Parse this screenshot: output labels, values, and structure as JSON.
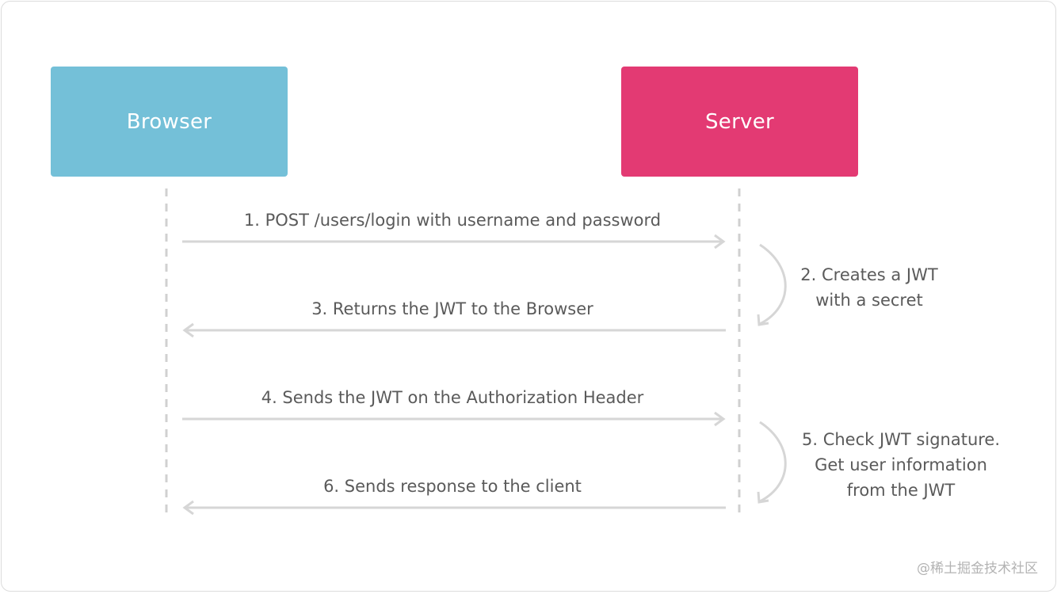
{
  "actors": {
    "browser": {
      "label": "Browser",
      "color": "#74c0d8"
    },
    "server": {
      "label": "Server",
      "color": "#e33a73"
    }
  },
  "messages": [
    "1. POST /users/login with username and password",
    "3. Returns the JWT to the Browser",
    "4. Sends the JWT on the Authorization Header",
    "6. Sends response to the client"
  ],
  "notes": [
    {
      "lines": [
        "2. Creates a JWT",
        "with a secret"
      ]
    },
    {
      "lines": [
        "5. Check JWT signature.",
        "Get user information",
        "from the JWT"
      ]
    }
  ],
  "watermark": "@稀土掘金技术社区",
  "colors": {
    "lifeline": "#d0d0d0",
    "arrow": "#d6d6d6",
    "text": "#5a5a5a"
  }
}
